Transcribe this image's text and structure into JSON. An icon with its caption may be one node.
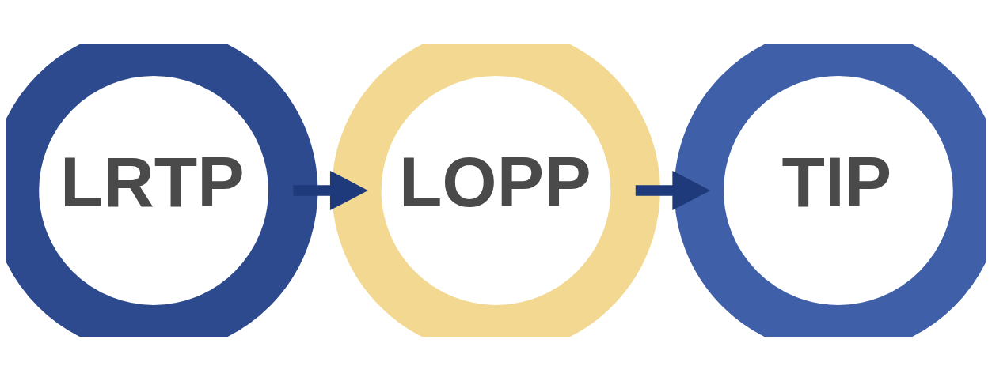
{
  "diagram": {
    "nodes": [
      {
        "text": [
          "LRTP"
        ]
      },
      {
        "text": [
          "LOPP"
        ]
      },
      {
        "text": [
          "TIP"
        ]
      }
    ],
    "edges": [
      {
        "from": 0,
        "to": 1,
        "arrow": "to"
      },
      {
        "from": 1,
        "to": 2,
        "arrow": "to"
      }
    ]
  }
}
